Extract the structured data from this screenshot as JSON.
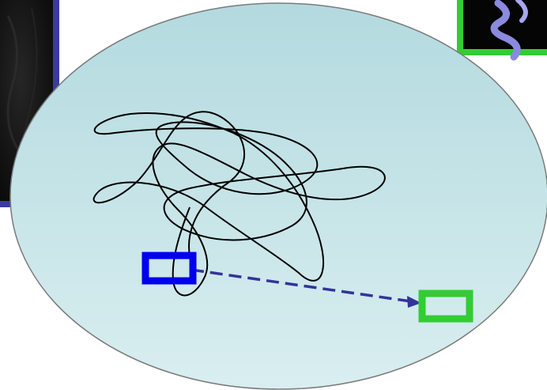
{
  "colors": {
    "background": "#ffffff",
    "ellipse_fill_top": "#b3dadf",
    "ellipse_fill_bottom": "#d9eef0",
    "ellipse_stroke": "#7a7a7a",
    "left_panel_border": "#3a3aa0",
    "right_panel_border": "#33cc33",
    "panel_background": "#050505",
    "protein_ribbon": "#8a8ae0",
    "coil_stroke": "#000000",
    "blue_box": "#0000ee",
    "green_box": "#33cc33",
    "arrow": "#33339a"
  },
  "icons": {
    "left_panel": "micrograph-image",
    "right_panel": "protein-helix-image",
    "coil": "unfolded-chain-icon",
    "start_marker": "blue-rectangle-marker",
    "end_marker": "green-rectangle-marker",
    "arrow": "dashed-arrow-icon"
  }
}
